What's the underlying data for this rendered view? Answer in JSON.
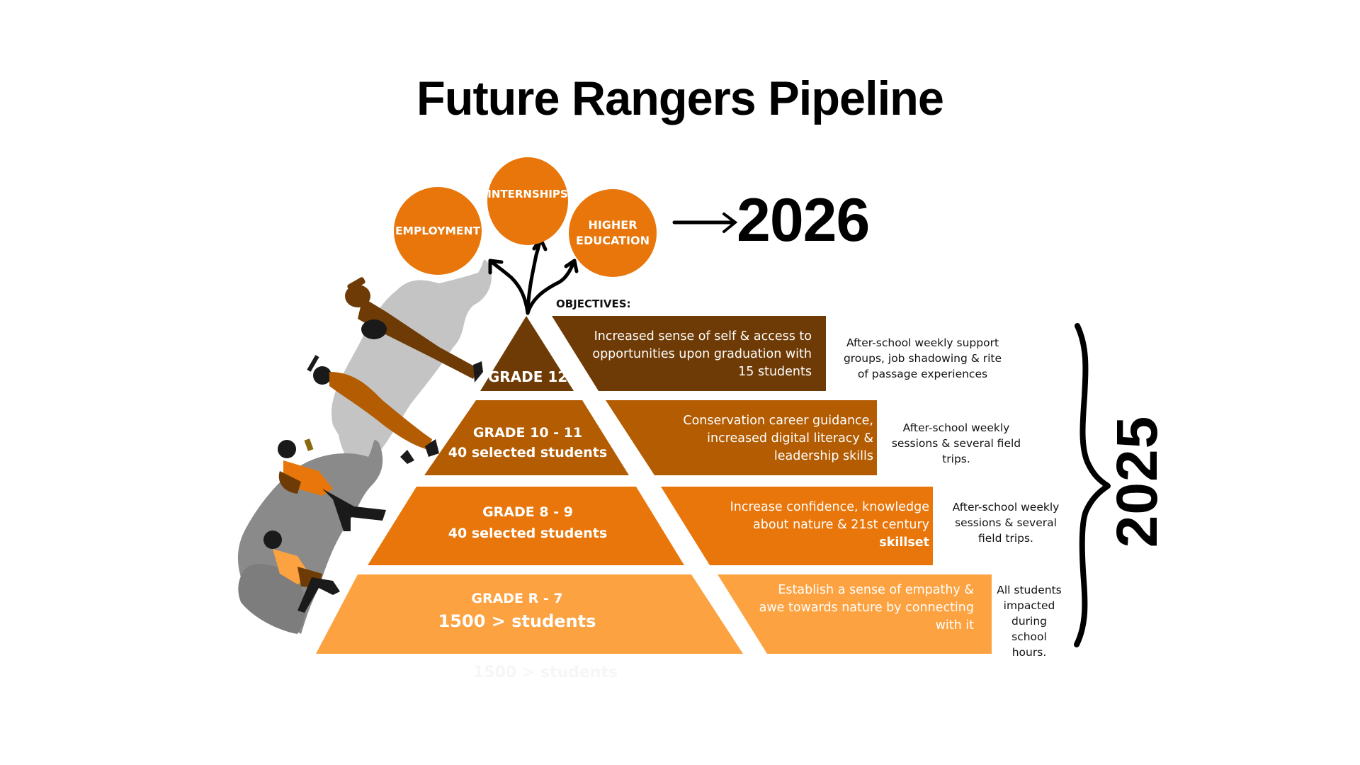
{
  "title": "Future Rangers Pipeline",
  "outcomes": {
    "items": [
      {
        "label": "EMPLOYMENT"
      },
      {
        "label": "INTERNSHIPS"
      },
      {
        "label": "HIGHER EDUCATION"
      }
    ],
    "year": "2026"
  },
  "objectives_label": "OBJECTIVES:",
  "tiers": [
    {
      "grade": "GRADE 12",
      "students": "",
      "objective": "Increased sense of self & access to opportunities upon graduation with 15 students",
      "objective_bold": "",
      "activities": "After-school weekly support groups, job shadowing & rite of passage experiences",
      "color": "#6e3b06"
    },
    {
      "grade": "GRADE 10 - 11",
      "students": "40 selected students",
      "objective": "Conservation career guidance, increased digital literacy & leadership skills",
      "objective_bold": "",
      "activities": "After-school weekly sessions & several field trips.",
      "color": "#b35c02"
    },
    {
      "grade": "GRADE 8 - 9",
      "students": "40 selected students",
      "objective": "Increase confidence, knowledge about nature & 21st century",
      "objective_bold": "skillset",
      "activities": "After-school weekly sessions & several field trips.",
      "color": "#e8760a"
    },
    {
      "grade": "GRADE R - 7",
      "students": "1500 > students",
      "objective": "Establish a sense of empathy & awe towards nature by connecting with it",
      "objective_bold": "",
      "activities": "All students impacted during school hours.",
      "color": "#fca240"
    }
  ],
  "timeline_year": "2025",
  "ghost_text": "1500 > students",
  "colors": {
    "accent_orange": "#e8760a",
    "rhino_light": "#c4c4c4",
    "rhino_dark": "#8a8a8a"
  }
}
